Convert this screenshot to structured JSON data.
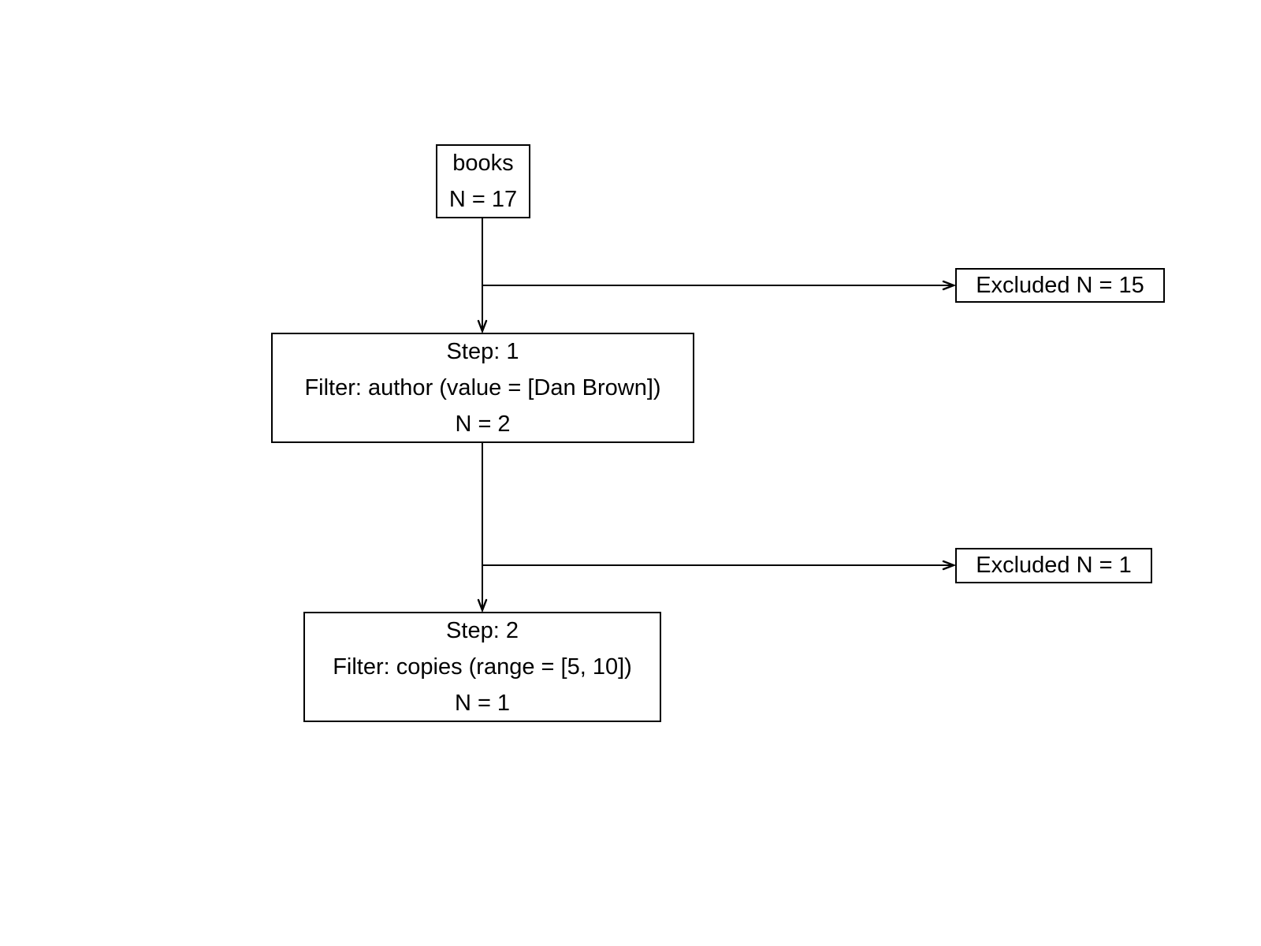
{
  "diagram": {
    "kind": "filter-flowchart",
    "colors": {
      "box_border": "#000000",
      "box_fill": "#ffffff",
      "text": "#000000",
      "arrow": "#000000"
    },
    "nodes": {
      "source": {
        "line1": "books",
        "line2": "N = 17"
      },
      "step1": {
        "line1": "Step: 1",
        "line2": "Filter: author (value = [Dan Brown])",
        "line3": "N = 2"
      },
      "step2": {
        "line1": "Step: 2",
        "line2": "Filter: copies (range = [5, 10])",
        "line3": "N = 1"
      },
      "excluded1": {
        "label": "Excluded N = 15"
      },
      "excluded2": {
        "label": "Excluded N = 1"
      }
    }
  }
}
